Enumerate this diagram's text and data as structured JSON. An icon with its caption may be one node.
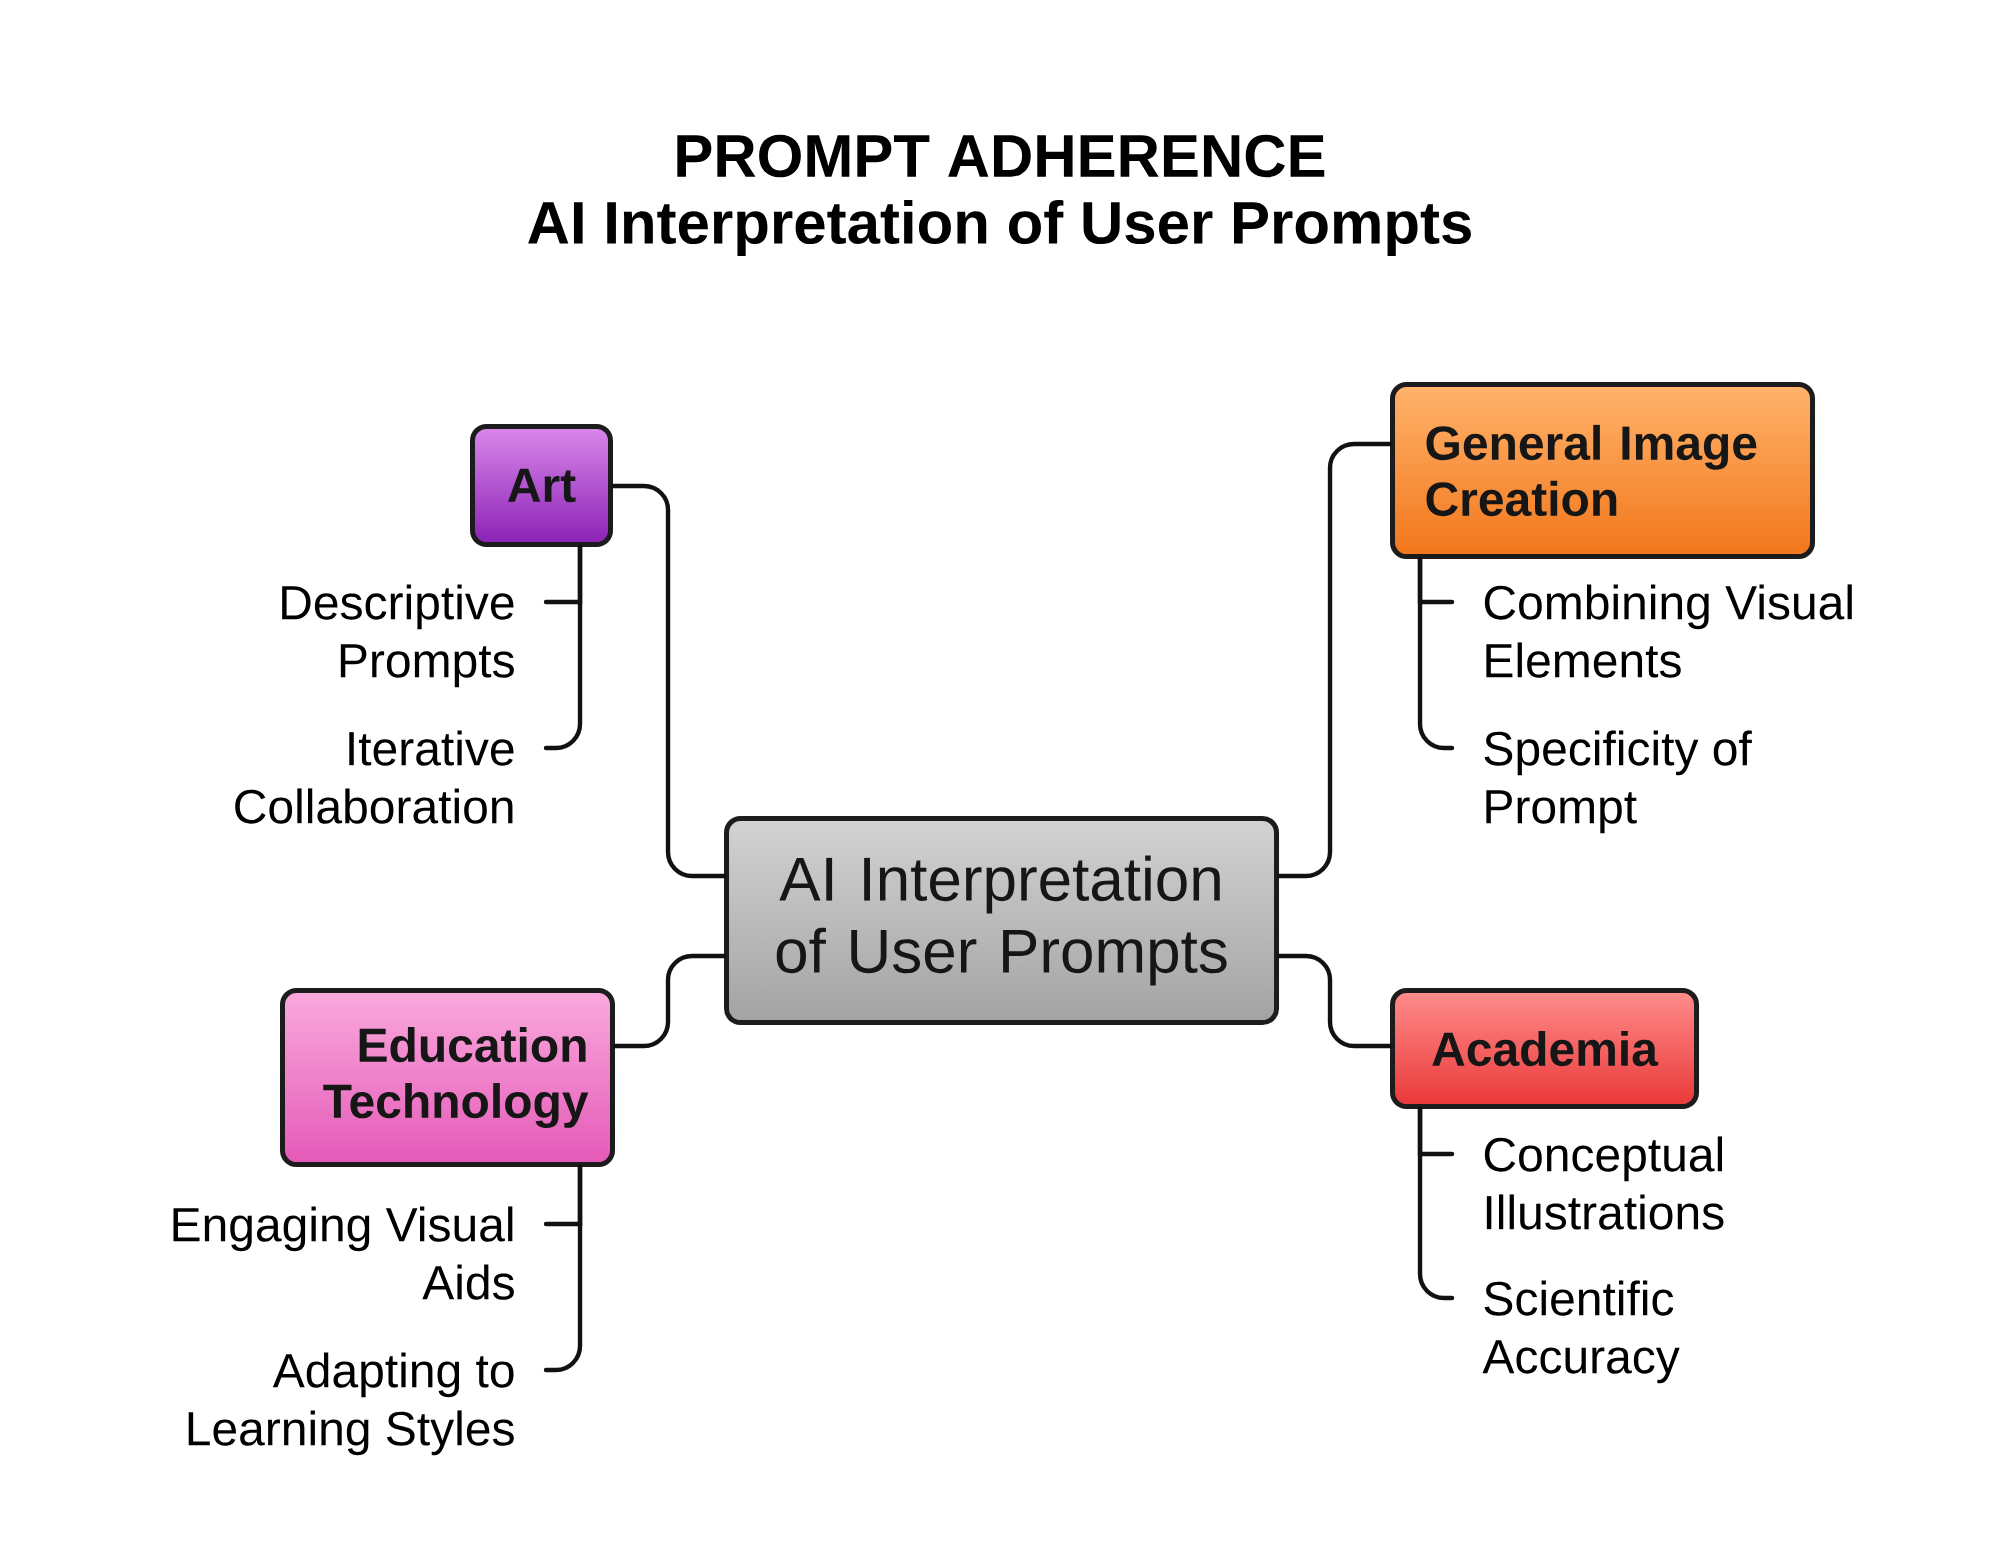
{
  "diagram": {
    "title": "PROMPT ADHERENCE",
    "nodes": [
      {
        "text": [
          "AI Interpretation of User Prompts"
        ]
      },
      {
        "text": [
          "Art"
        ]
      },
      {
        "text": [
          "Descriptive Prompts"
        ]
      },
      {
        "text": [
          "Iterative Collaboration"
        ]
      },
      {
        "text": [
          "General Image Creation"
        ]
      },
      {
        "text": [
          "Combining Visual Elements"
        ]
      },
      {
        "text": [
          "Specificity of Prompt"
        ]
      },
      {
        "text": [
          "Education Technology"
        ]
      },
      {
        "text": [
          "Engaging Visual Aids"
        ]
      },
      {
        "text": [
          "Adapting to Learning Styles"
        ]
      },
      {
        "text": [
          "Academia"
        ]
      },
      {
        "text": [
          "Conceptual Illustrations"
        ]
      },
      {
        "text": [
          "Scientific Accuracy"
        ]
      }
    ],
    "edges": [
      {
        "from": 0,
        "to": 1,
        "arrow": "none"
      },
      {
        "from": 1,
        "to": 2,
        "arrow": "none"
      },
      {
        "from": 1,
        "to": 3,
        "arrow": "none"
      },
      {
        "from": 0,
        "to": 4,
        "arrow": "none"
      },
      {
        "from": 4,
        "to": 5,
        "arrow": "none"
      },
      {
        "from": 4,
        "to": 6,
        "arrow": "none"
      },
      {
        "from": 0,
        "to": 7,
        "arrow": "none"
      },
      {
        "from": 7,
        "to": 8,
        "arrow": "none"
      },
      {
        "from": 7,
        "to": 9,
        "arrow": "none"
      },
      {
        "from": 0,
        "to": 10,
        "arrow": "none"
      },
      {
        "from": 10,
        "to": 11,
        "arrow": "none"
      },
      {
        "from": 10,
        "to": 12,
        "arrow": "none"
      }
    ],
    "labels": [
      "AI Interpretation of User Prompts"
    ]
  }
}
